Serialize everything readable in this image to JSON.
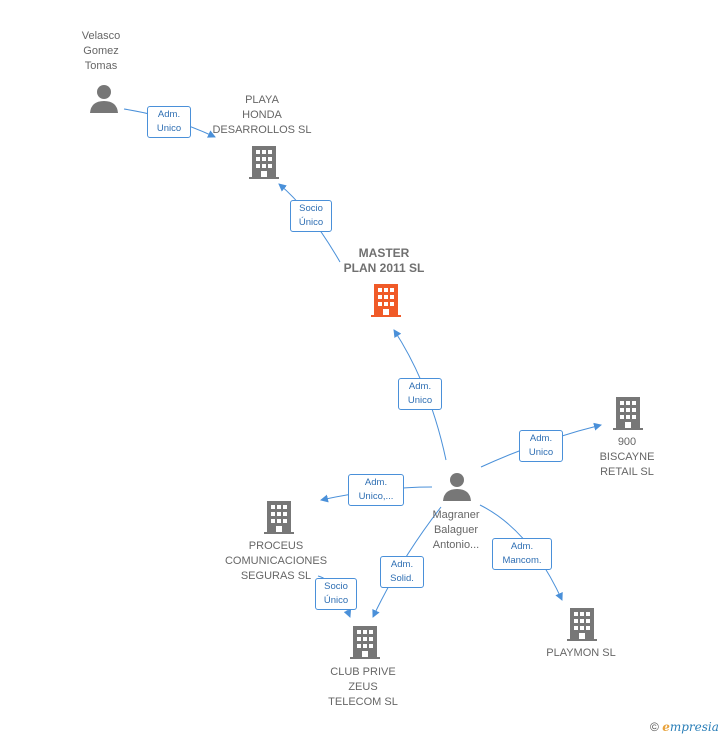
{
  "nodes": {
    "velasco": {
      "label": "Velasco\nGomez\nTomas"
    },
    "playa": {
      "label": "PLAYA\nHONDA\nDESARROLLOS SL"
    },
    "master": {
      "label": "MASTER\nPLAN 2011 SL"
    },
    "biscayne": {
      "label": "900\nBISCAYNE\nRETAIL SL"
    },
    "magraner": {
      "label": "Magraner\nBalaguer\nAntonio..."
    },
    "proceus": {
      "label": "PROCEUS\nCOMUNICACIONES\nSEGURAS SL"
    },
    "club": {
      "label": "CLUB PRIVE\nZEUS\nTELECOM SL"
    },
    "playmon": {
      "label": "PLAYMON SL"
    }
  },
  "edges": {
    "velasco_playa": "Adm.\nUnico",
    "master_playa": "Socio\nÚnico",
    "magraner_master": "Adm.\nUnico",
    "magraner_biscayne": "Adm.\nUnico",
    "magraner_proceus": "Adm.\nUnico,...",
    "magraner_club": "Adm.\nSolid.",
    "proceus_club": "Socio\nÚnico",
    "magraner_playmon": "Adm.\nMancom."
  },
  "colors": {
    "edge": "#4a90d9",
    "building": "#777777",
    "main_building": "#f05a28",
    "person": "#777777"
  },
  "icons": {
    "person": "person-icon",
    "building": "building-icon"
  },
  "footer": {
    "copyright": "©",
    "brand_initial": "e",
    "brand_rest": "mpresia"
  }
}
